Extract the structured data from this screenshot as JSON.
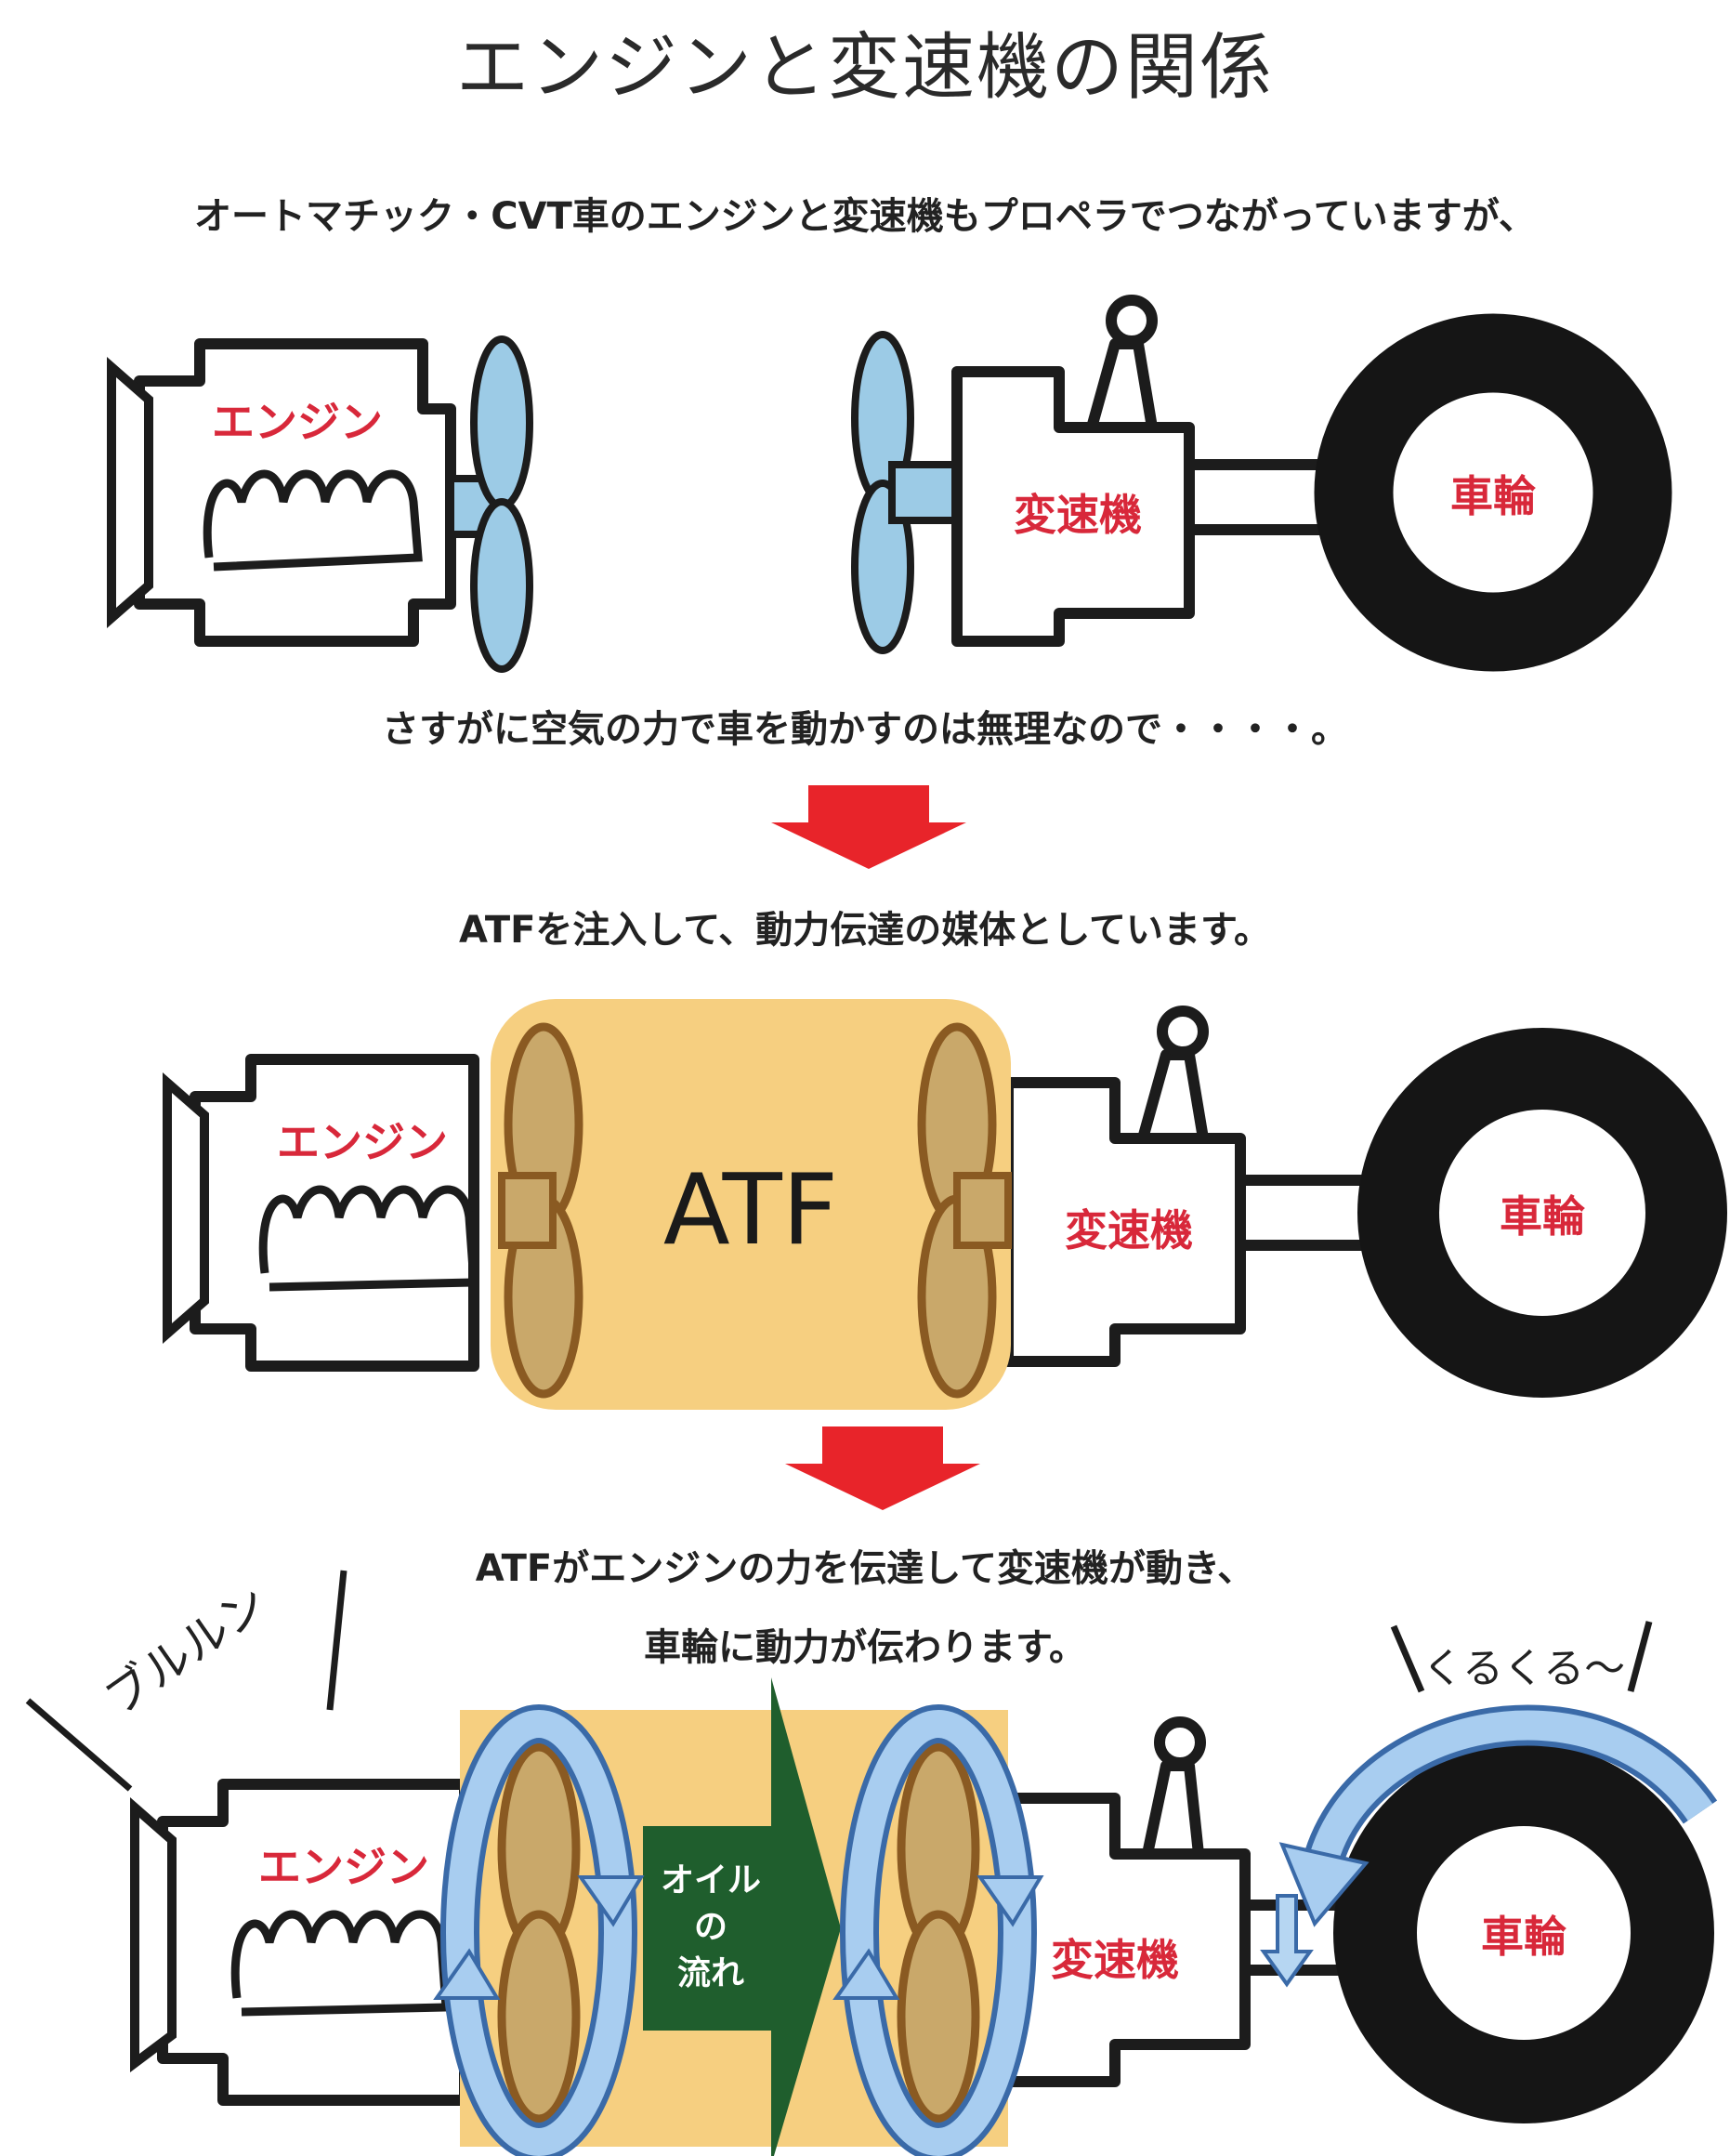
{
  "title": "エンジンと変速機の関係",
  "captions": {
    "intro": "オートマチック・CVT車のエンジンと変速機もプロペラでつながっていますが、",
    "air": "さすがに空気の力で車を動かすのは無理なので・・・・。",
    "atf_inject": "ATFを注入して、動力伝達の媒体としています。",
    "result_line1": "ATFがエンジンの力を伝達して変速機が動き、",
    "result_line2": "車輪に動力が伝わります。"
  },
  "labels": {
    "engine": "エンジン",
    "transmission": "変速機",
    "wheel": "車輪",
    "atf": "ATF",
    "oil_flow": [
      "オイル",
      "の",
      "流れ"
    ],
    "engine_sound": "ブルルン",
    "wheel_sound": "くるくる～"
  },
  "colors": {
    "label_red": "#d8283a",
    "arrow_red": "#e8242a",
    "atf_fill": "#f6cf80",
    "propeller_blue": "#9ccbe6",
    "flow_green": "#1f5e2d",
    "rotation_blue": "#8fb8e4"
  }
}
